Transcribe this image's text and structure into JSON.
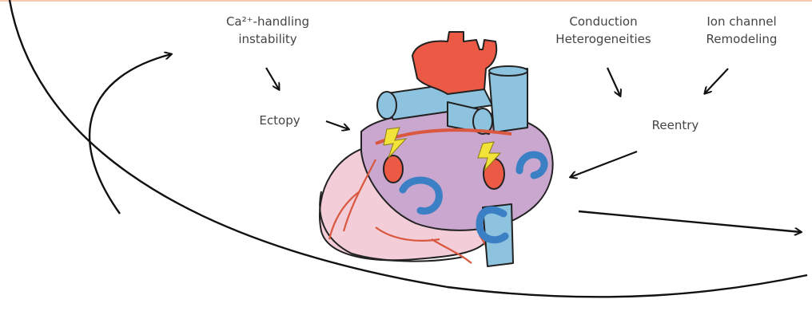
{
  "labels": {
    "ca_handling": [
      "Ca²⁺-handling",
      "instability"
    ],
    "ectopy": "Ectopy",
    "conduction": [
      "Conduction",
      "Heterogeneities"
    ],
    "ion_channel": [
      "Ion channel",
      "Remodeling"
    ],
    "reentry": "Reentry"
  },
  "colors": {
    "aorta": "#ec5a45",
    "vessel_blue": "#8ec3df",
    "atrium_purple": "#c9a7cf",
    "ventricle_pink": "#f3cdd7",
    "coronary": "#d9583f",
    "reentry_circuit": "#3b7fc4",
    "spark": "#f2e33a",
    "outline": "#222222"
  }
}
